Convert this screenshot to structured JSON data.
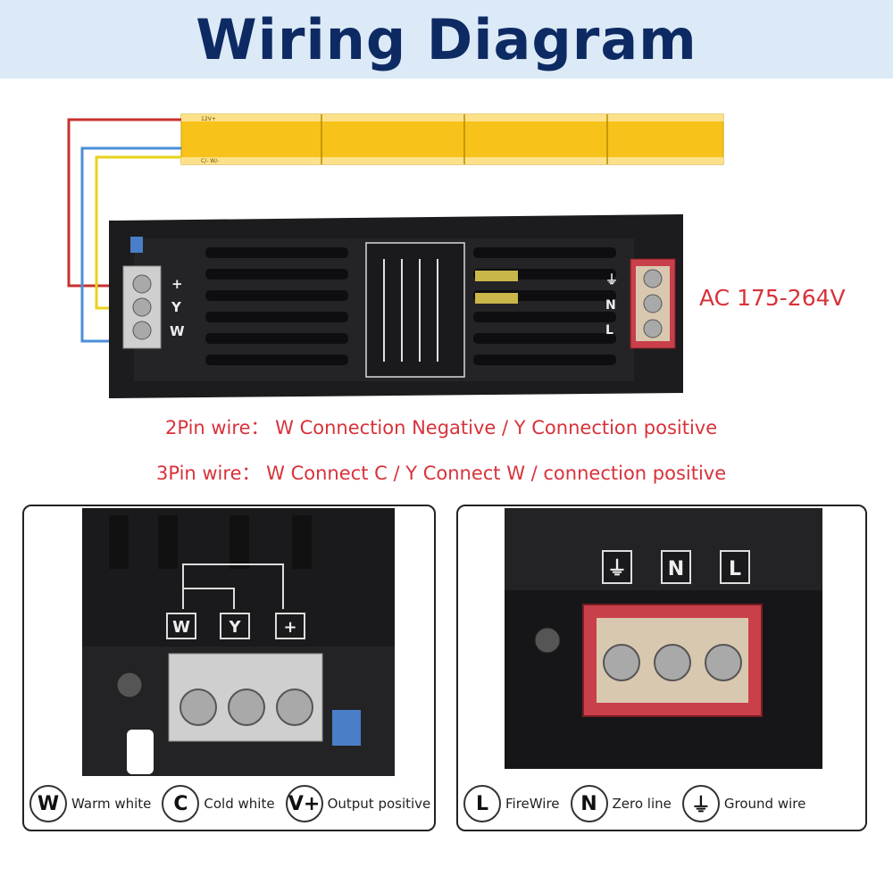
{
  "banner": {
    "title": "Wiring Diagram"
  },
  "strip": {
    "label_pos": "12V+",
    "label_neg": "C/- W/-"
  },
  "power_supply": {
    "ac_label": "AC 175-264V",
    "dc_terminals": [
      "+",
      "Y",
      "W"
    ],
    "ac_terminals": [
      "⏚",
      "N",
      "L"
    ]
  },
  "notes": {
    "two_pin": "2Pin wire： W Connection Negative /  Y Connection positive",
    "three_pin": "3Pin wire： W Connect C / Y Connect W / connection positive"
  },
  "left_panel": {
    "terminal_labels": [
      "W",
      "Y",
      "+"
    ],
    "legend": [
      {
        "symbol": "W",
        "label": "Warm white"
      },
      {
        "symbol": "C",
        "label": "Cold white"
      },
      {
        "symbol": "V+",
        "label": "Output positive"
      }
    ]
  },
  "right_panel": {
    "terminal_labels": [
      "⏚",
      "N",
      "L"
    ],
    "legend": [
      {
        "symbol": "L",
        "label": "FireWire"
      },
      {
        "symbol": "N",
        "label": "Zero line"
      },
      {
        "symbol": "⏚",
        "label": "Ground wire"
      }
    ]
  },
  "colors": {
    "banner_bg": "#dce9f7",
    "title": "#0d2a63",
    "note": "#d8323a",
    "strip": "#f7c21a",
    "wire_red": "#c8322c",
    "wire_yellow": "#e8d21c",
    "wire_blue": "#4a8fd8",
    "terminal_red": "#c9404a"
  }
}
